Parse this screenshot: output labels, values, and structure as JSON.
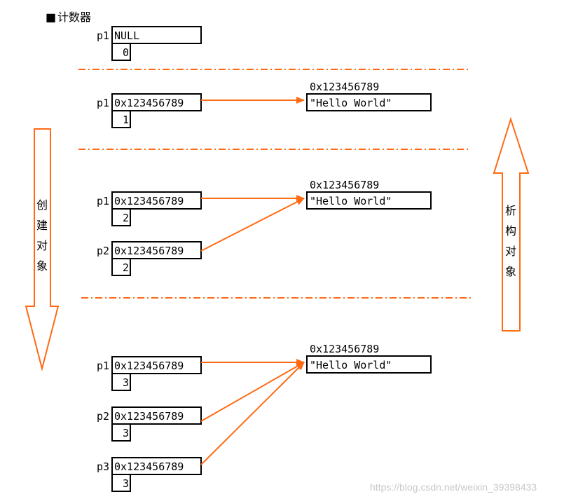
{
  "legend": {
    "square": "■",
    "title": "计数器"
  },
  "stage0": {
    "ptr_name": "p1",
    "ptr_value": "NULL",
    "count": "0"
  },
  "stage1": {
    "ptr": {
      "name": "p1",
      "value": "0x123456789",
      "count": "1"
    },
    "object": {
      "address": "0x123456789",
      "content": "\"Hello World\""
    }
  },
  "stage2": {
    "pointers": [
      {
        "name": "p1",
        "value": "0x123456789",
        "count": "2"
      },
      {
        "name": "p2",
        "value": "0x123456789",
        "count": "2"
      }
    ],
    "object": {
      "address": "0x123456789",
      "content": "\"Hello World\""
    }
  },
  "stage3": {
    "pointers": [
      {
        "name": "p1",
        "value": "0x123456789",
        "count": "3"
      },
      {
        "name": "p2",
        "value": "0x123456789",
        "count": "3"
      },
      {
        "name": "p3",
        "value": "0x123456789",
        "count": "3"
      }
    ],
    "object": {
      "address": "0x123456789",
      "content": "\"Hello World\""
    }
  },
  "create_arrow": {
    "chars": [
      "创",
      "建",
      "对",
      "象"
    ]
  },
  "destroy_arrow": {
    "chars": [
      "析",
      "构",
      "对",
      "象"
    ]
  },
  "watermark": "https://blog.csdn.net/weixin_39398433",
  "colors": {
    "accent": "#ff6a13",
    "line": "#000000"
  }
}
